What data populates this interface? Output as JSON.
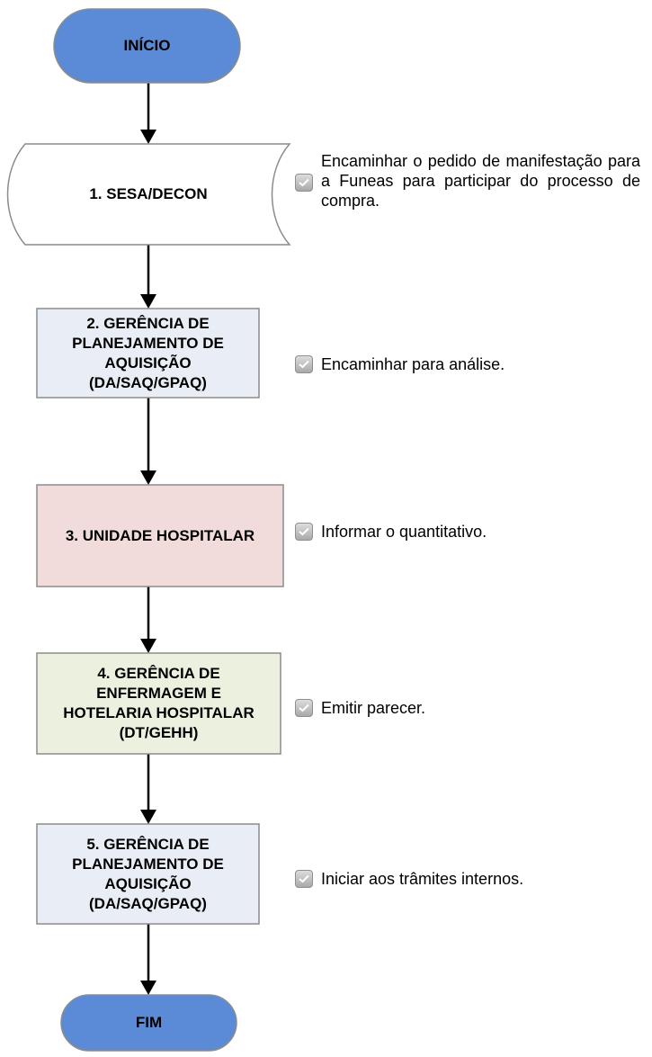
{
  "colors": {
    "terminal_fill": "#5b8bd6",
    "document_fill": "#ffffff",
    "step2_fill": "#e9edf5",
    "step3_fill": "#f2dcdb",
    "step4_fill": "#ebf1de",
    "step5_fill": "#e9edf5",
    "border": "#8c8c8c",
    "arrow": "#000000"
  },
  "start": {
    "label": "INÍCIO"
  },
  "end": {
    "label": "FIM"
  },
  "steps": [
    {
      "label": "1. SESA/DECON",
      "note": "Encaminhar o pedido de manifestação para a Funeas para participar do processo de compra.",
      "note_icon": "checkbox-icon"
    },
    {
      "label": "2. GERÊNCIA DE\nPLANEJAMENTO DE\nAQUISIÇÃO\n(DA/SAQ/GPAQ)",
      "note": "Encaminhar para análise.",
      "note_icon": "checkbox-icon"
    },
    {
      "label": "3. UNIDADE HOSPITALAR",
      "note": "Informar o quantitativo.",
      "note_icon": "checkbox-icon"
    },
    {
      "label": "4. GERÊNCIA DE\nENFERMAGEM E\nHOTELARIA HOSPITALAR\n(DT/GEHH)",
      "note": "Emitir parecer.",
      "note_icon": "checkbox-icon"
    },
    {
      "label": "5. GERÊNCIA DE\nPLANEJAMENTO DE\nAQUISIÇÃO\n(DA/SAQ/GPAQ)",
      "note": "Iniciar aos trâmites internos.",
      "note_icon": "checkbox-icon"
    }
  ]
}
